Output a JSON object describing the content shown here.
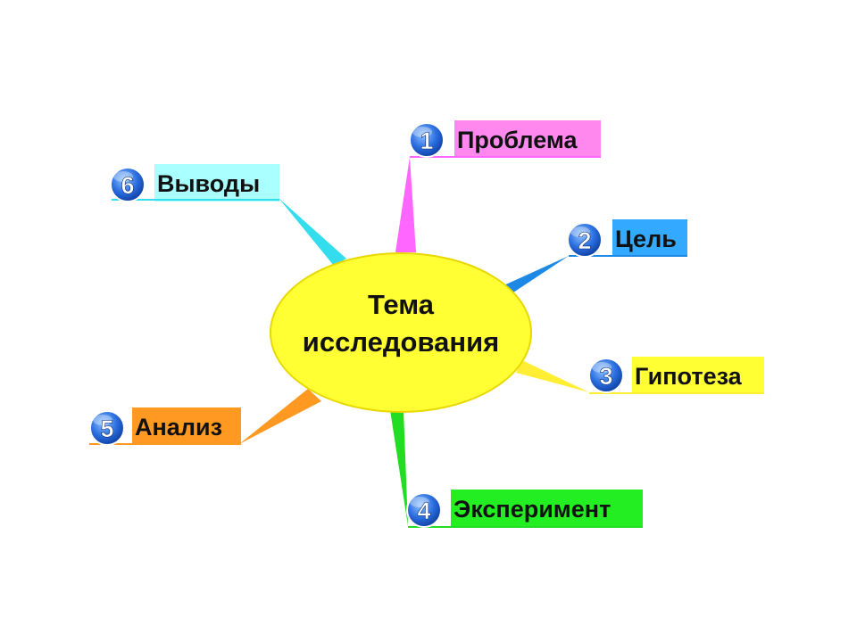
{
  "center": {
    "lines": [
      "Тема",
      "исследования"
    ],
    "fill": "#ffff33",
    "stroke": "#e8d800"
  },
  "branches": [
    {
      "number": "1",
      "label": "Проблема",
      "color": "#ff66ff",
      "label_bg": "#ff88ee"
    },
    {
      "number": "2",
      "label": "Цель",
      "color": "#1e88e5",
      "label_bg": "#33aaff"
    },
    {
      "number": "3",
      "label": "Гипотеза",
      "color": "#ffee33",
      "label_bg": "#ffff33"
    },
    {
      "number": "4",
      "label": "Эксперимент",
      "color": "#22dd22",
      "label_bg": "#22ee22"
    },
    {
      "number": "5",
      "label": "Анализ",
      "color": "#ff9922",
      "label_bg": "#ff9922"
    },
    {
      "number": "6",
      "label": "Выводы",
      "color": "#33ddee",
      "label_bg": "#aaffff"
    }
  ],
  "badge_color": "#1f5fd0"
}
